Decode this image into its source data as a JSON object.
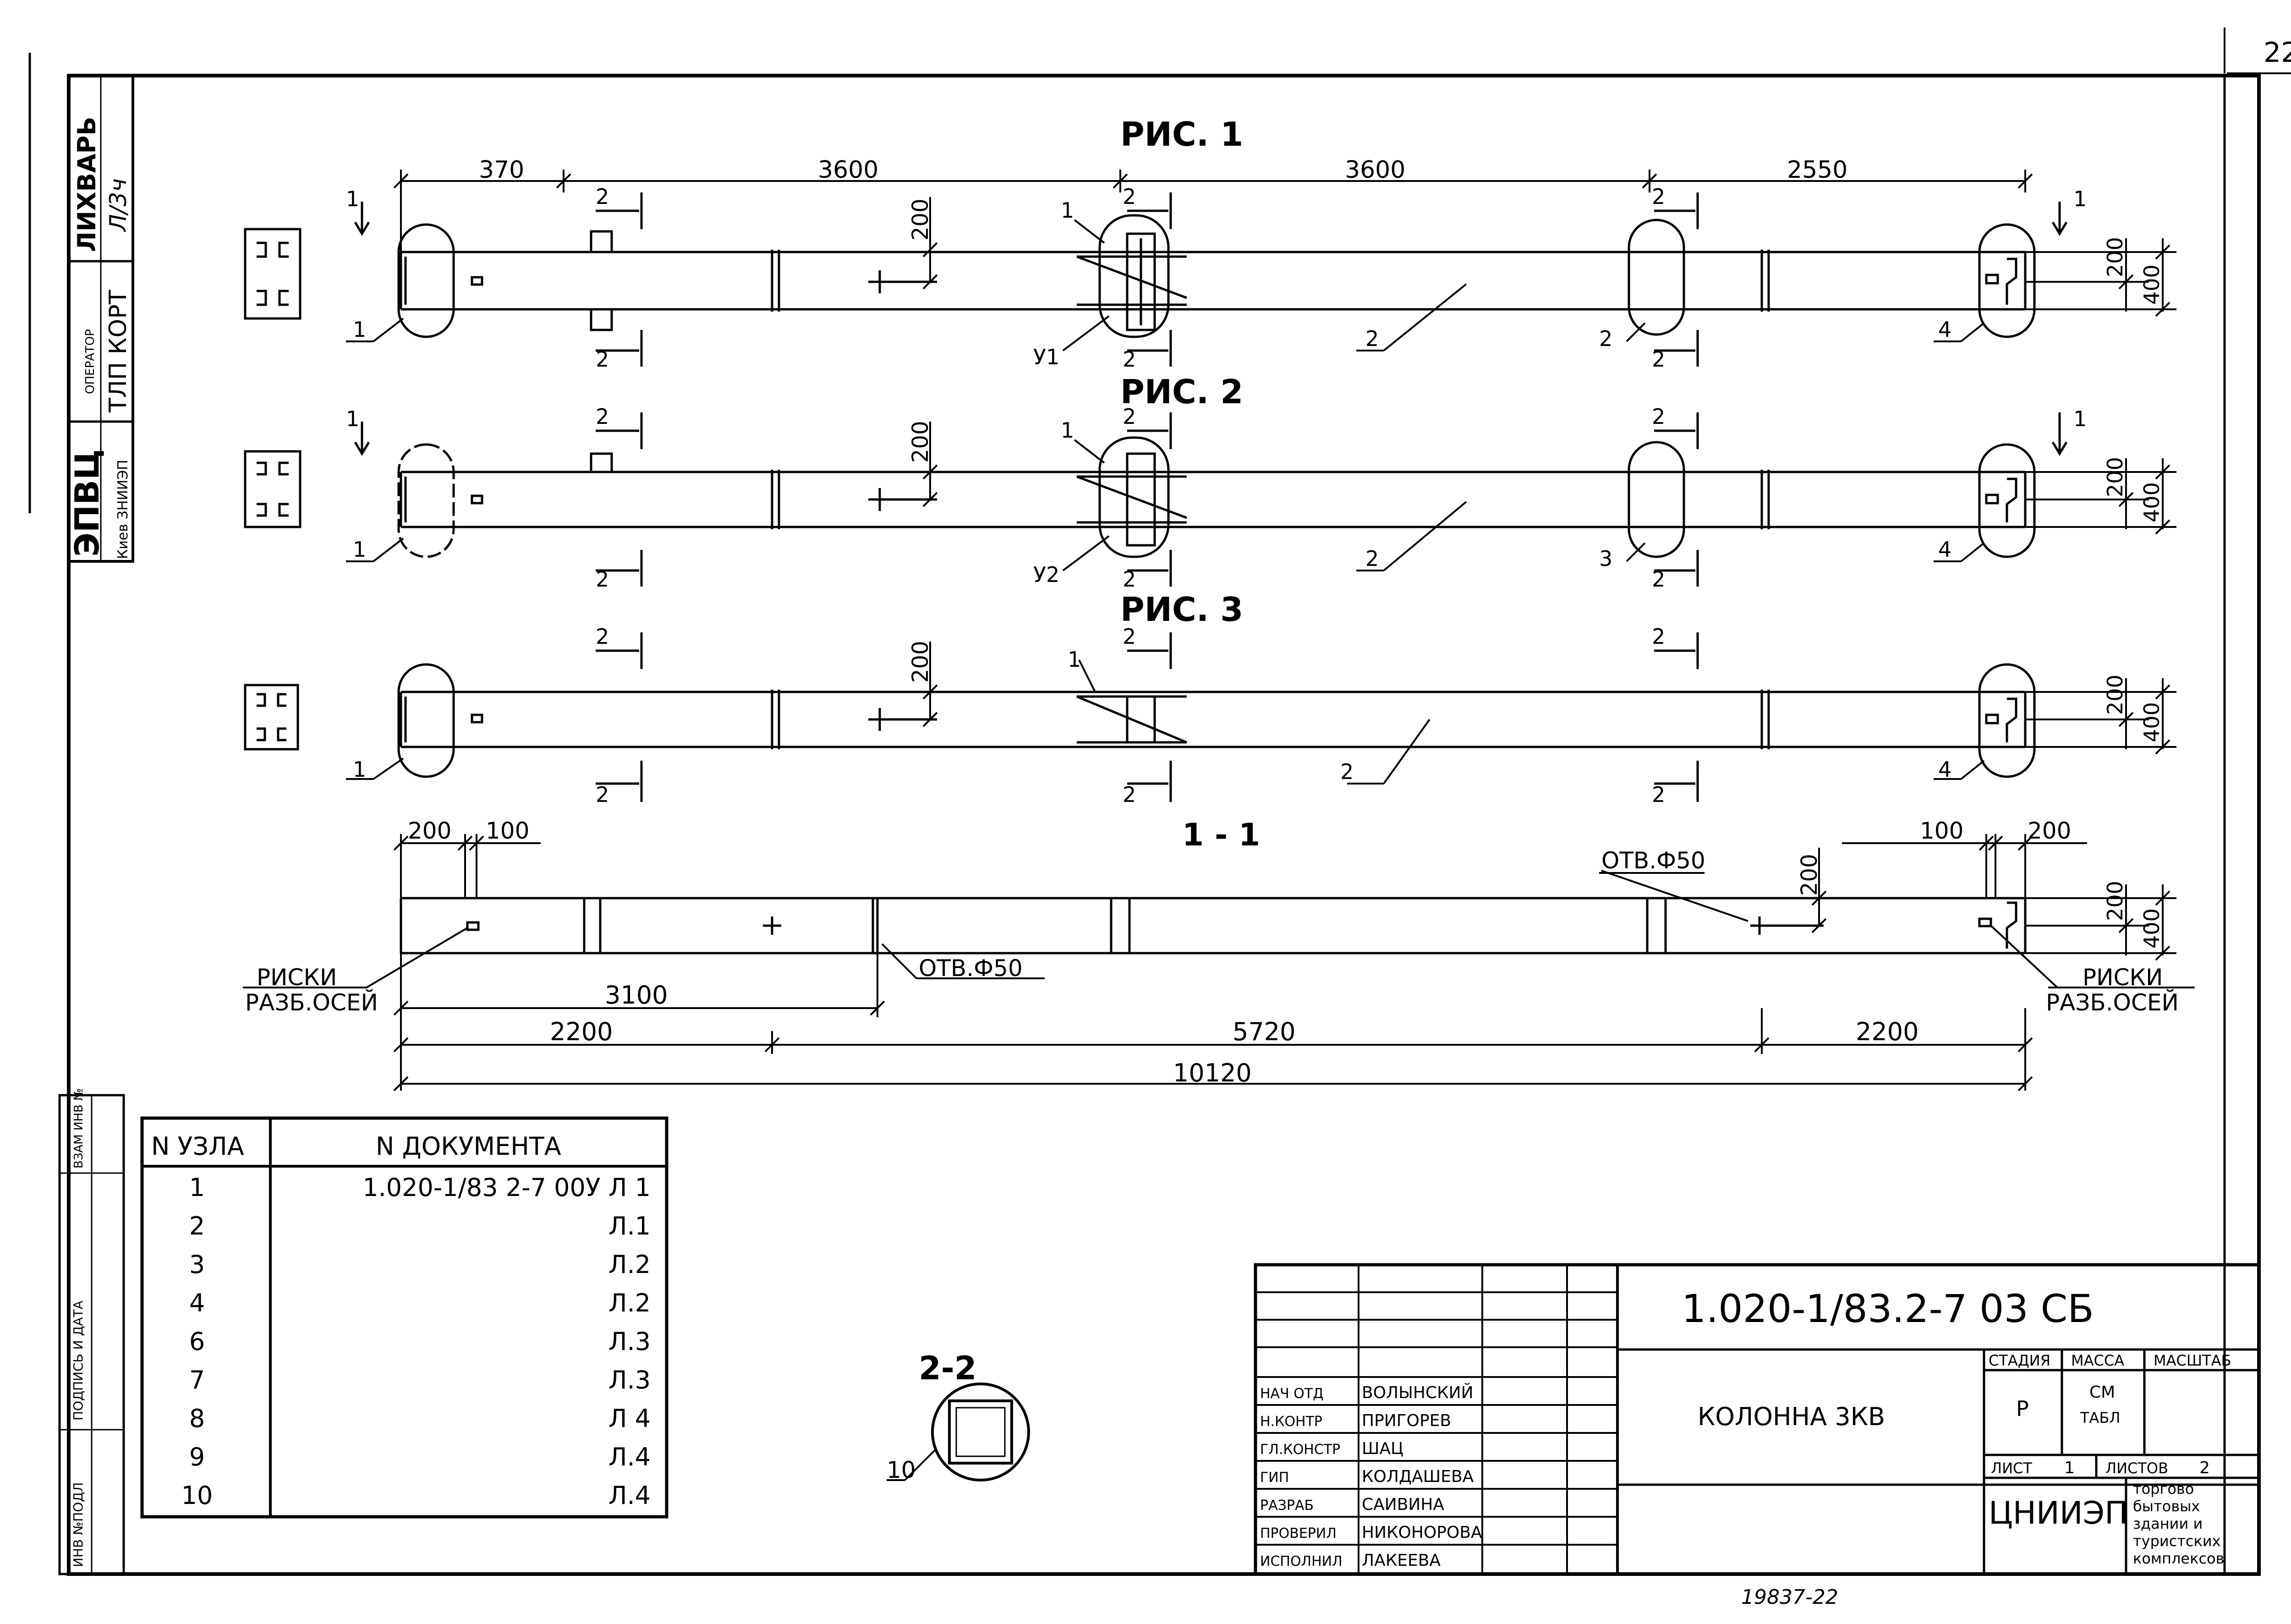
{
  "sheet": {
    "page_number": "22"
  },
  "side_stamp": {
    "org": "ЭПВЦ",
    "org_sub": "Киев ЗНИИЭП",
    "operator_label": "ОПЕРАТОР",
    "operator_value": "ТЛП КОРТ",
    "name": "ЛИХВАРЬ",
    "signature": "Л/3ч"
  },
  "left_margin": {
    "inv_no": "ИНВ №ПОДЛ",
    "signature_date": "ПОДПИСЬ И ДАТА",
    "vzam": "ВЗАМ ИНВ №"
  },
  "figures": {
    "fig1_title": "РИС. 1",
    "fig2_title": "РИС. 2",
    "fig3_title": "РИС. 3",
    "section_1_1": "1 - 1",
    "section_2_2": "2-2"
  },
  "dimensions": {
    "top": [
      "370",
      "3600",
      "3600",
      "2550"
    ],
    "offset_200": "200",
    "end_200": "200",
    "end_400": "400",
    "sec_left": [
      "200",
      "100"
    ],
    "sec_right": [
      "100",
      "200"
    ],
    "d3100": "3100",
    "bottom": [
      "2200",
      "5720",
      "2200"
    ],
    "total": "10120"
  },
  "labels": {
    "sec1": "1",
    "sec2": "2",
    "n1": "1",
    "n2": "2",
    "n3": "3",
    "n4": "4",
    "n10": "10",
    "u1": "У1",
    "u2": "У2",
    "hole": "ОТВ.Ф50",
    "marks_1": "РИСКИ",
    "marks_2": "РАЗБ.ОСЕЙ"
  },
  "nodes_table": {
    "header_node": "N УЗЛА",
    "header_doc": "N ДОКУМЕНТА",
    "rows": [
      {
        "node": "1",
        "doc": "1.020-1/83 2-7 00У Л 1"
      },
      {
        "node": "2",
        "doc": "Л.1"
      },
      {
        "node": "3",
        "doc": "Л.2"
      },
      {
        "node": "4",
        "doc": "Л.2"
      },
      {
        "node": "6",
        "doc": "Л.3"
      },
      {
        "node": "7",
        "doc": "Л.3"
      },
      {
        "node": "8",
        "doc": "Л 4"
      },
      {
        "node": "9",
        "doc": "Л.4"
      },
      {
        "node": "10",
        "doc": "Л.4"
      }
    ]
  },
  "title_block": {
    "code": "1.020-1/83.2-7 03 СБ",
    "name": "КОЛОННА 3КВ",
    "stage_h": "СТАДИЯ",
    "mass_h": "МАССА",
    "scale_h": "МАСШТАБ",
    "stage": "Р",
    "mass_1": "СМ",
    "mass_2": "ТАБЛ",
    "sheet_label": "ЛИСТ",
    "sheet_no": "1",
    "sheets_label": "ЛИСТОВ",
    "sheets_total": "2",
    "org": "ЦНИИЭП",
    "org_desc": [
      "торгово",
      "бытовых",
      "здании и",
      "туристских",
      "комплексов"
    ],
    "staff": [
      {
        "role": "НАЧ ОТД",
        "name": "ВОЛЫНСКИЙ"
      },
      {
        "role": "Н.КОНТР",
        "name": "ПРИГОРЕВ"
      },
      {
        "role": "ГЛ.КОНСТР",
        "name": "ШАЦ"
      },
      {
        "role": "ГИП",
        "name": "КОЛДАШЕВА"
      },
      {
        "role": "РАЗРАБ",
        "name": "САИВИНА"
      },
      {
        "role": "ПРОВЕРИЛ",
        "name": "НИКОНОРОВА"
      },
      {
        "role": "ИСПОЛНИЛ",
        "name": "ЛАКЕЕВА"
      }
    ]
  },
  "archive_no": "19837-22"
}
